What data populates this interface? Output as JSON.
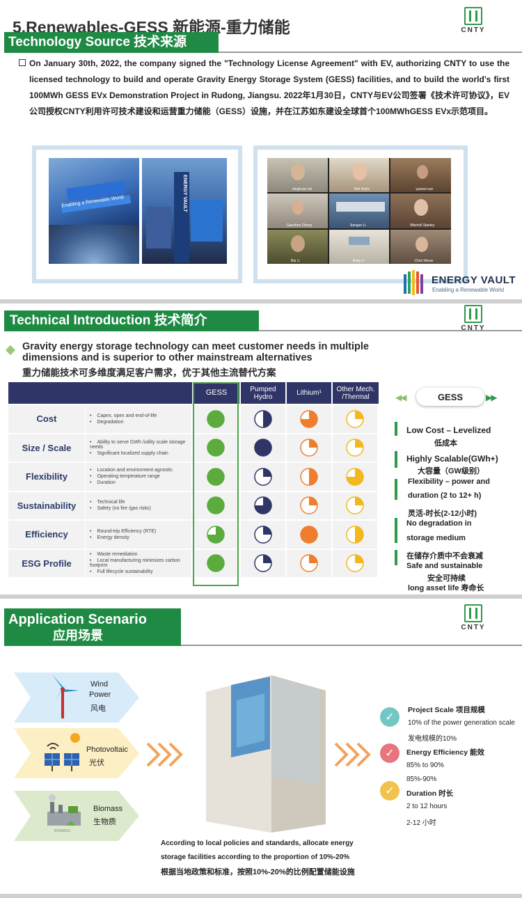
{
  "slide1": {
    "title": "5.Renewables-GESS 新能源-重力储能",
    "section": "Technology Source 技术来源",
    "paragraph": "On January 30th, 2022, the company signed the \"Technology License Agreement\" with EV, authorizing CNTY to use the licensed technology to build and operate Gravity Energy Storage System (GESS) facilities, and to build the world's first 100MWh GESS EVx Demonstration Project in Rudong, Jiangsu. 2022年1月30日，CNTY与EV公司签署《技术许可协议》，EV公司授权CNTY利用许可技术建设和运营重力储能（GESS）设施，并在江苏如东建设全球首个100MWhGESS EVx示范项目。",
    "photo_left_caption": "Enabling a Renewable World",
    "photo_left_sign": "ENERGY VAULT",
    "video_names": [
      "dinghuan xie",
      "Neil Boyle",
      "yaowei sun",
      "Gaozhen Zheng",
      "Jianguo Li",
      "Mitchell Stanley",
      "Bai Li",
      "Ruby Li",
      "Chris Wiese"
    ],
    "ev_logo": "ENERGY VAULT",
    "ev_tagline": "Enabling a Renewable World",
    "cnty": "CNTY"
  },
  "slide2": {
    "section": "Technical Introduction 技术简介",
    "headline_en": "Gravity energy storage technology can meet customer needs in multiple dimensions and is superior to other mainstream alternatives",
    "headline_zh": "重力储能技术可多维度满足客户需求，优于其他主流替代方案",
    "columns": [
      "GESS",
      "Pumped Hydro",
      "Lithium¹",
      "Other Mech. /Thermal"
    ],
    "rows": [
      {
        "label": "Cost",
        "desc": [
          "Capex, opex and end-of-life",
          "Degradation"
        ]
      },
      {
        "label": "Size / Scale",
        "desc": [
          "Ability to serve GWh /utility scale storage needs",
          "Significant localized supply chain"
        ]
      },
      {
        "label": "Flexibility",
        "desc": [
          "Location and environment agnostic",
          "Operating temperature range",
          "Duration"
        ]
      },
      {
        "label": "Sustainability",
        "desc": [
          "Technical life",
          "Safety (no fire /gas risks)"
        ]
      },
      {
        "label": "Efficiency",
        "desc": [
          "Round-trip Efficiency (RTE)",
          "Energy density"
        ]
      },
      {
        "label": "ESG Profile",
        "desc": [
          "Waste remediation",
          "Local manufacturing minimizes carbon footprint",
          "Full lifecycle sustainability"
        ]
      }
    ],
    "ratings": [
      [
        1.0,
        0.5,
        0.75,
        0.25
      ],
      [
        1.0,
        1.0,
        0.25,
        0.25
      ],
      [
        1.0,
        0.25,
        0.5,
        0.75
      ],
      [
        1.0,
        0.75,
        0.25,
        0.25
      ],
      [
        0.75,
        0.25,
        1.0,
        0.5
      ],
      [
        1.0,
        0.25,
        0.25,
        0.25
      ]
    ],
    "colors": {
      "gess": "#5bab3e",
      "hydro": "#2f3566",
      "lithium": "#ee7e2e",
      "other": "#f2b820"
    },
    "badge": "GESS",
    "benefits": [
      "Low Cost – Levelized",
      "低成本",
      "Highly Scalable(GWh+)",
      "大容量（GW级别）",
      "Flexibility – power and",
      "duration (2 to 12+ h)",
      "灵活-时长(2-12小时)",
      "No degradation in",
      "storage medium",
      "在储存介质中不会衰减",
      "Safe and sustainable",
      "安全可持续",
      "long asset life 寿命长"
    ],
    "cnty": "CNTY"
  },
  "slide3": {
    "section_en": "Application Scenario",
    "section_zh": "应用场景",
    "sources": [
      {
        "en": "Wind",
        "en2": "Power",
        "zh": "风电"
      },
      {
        "en": "Photovoltaic",
        "en2": "",
        "zh": "光伏"
      },
      {
        "en": "Biomass",
        "en2": "",
        "zh": "生物质"
      }
    ],
    "biomass_caption": "BIOMASS",
    "metrics": [
      {
        "title": "Project Scale 项目规模",
        "line1": "10% of the power generation scale",
        "line2": "发电规模的10%"
      },
      {
        "title": "Energy Efficiency 能效",
        "line1": "85% to 90%",
        "line2": "85%-90%"
      },
      {
        "title": "Duration 时长",
        "line1": "2 to 12 hours",
        "line2": "2-12 小时"
      }
    ],
    "check_colors": [
      "#72c6c4",
      "#e8757e",
      "#f2c24f"
    ],
    "footer_en1": "According to local policies and standards, allocate energy",
    "footer_en2": "storage facilities according to the proportion of 10%-20%",
    "footer_zh": "根据当地政策和标准，按照10%-20%的比例配置储能设施",
    "cnty": "CNTY"
  }
}
